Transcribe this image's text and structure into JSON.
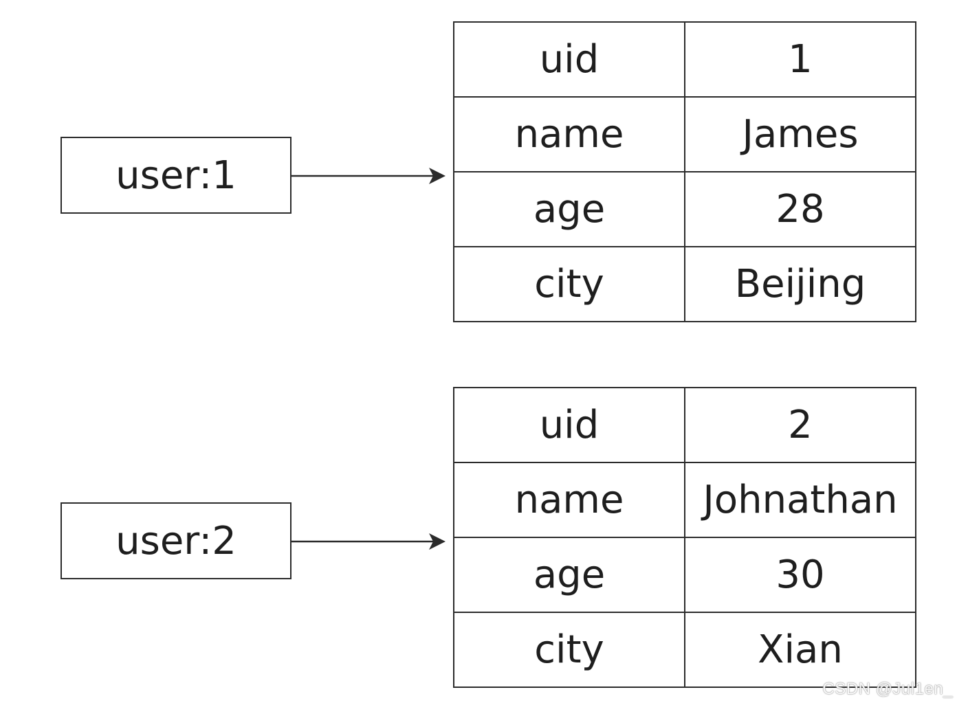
{
  "records": [
    {
      "key": "user:1",
      "fields": [
        {
          "field": "uid",
          "value": "1"
        },
        {
          "field": "name",
          "value": "James"
        },
        {
          "field": "age",
          "value": "28"
        },
        {
          "field": "city",
          "value": "Beijing"
        }
      ]
    },
    {
      "key": "user:2",
      "fields": [
        {
          "field": "uid",
          "value": "2"
        },
        {
          "field": "name",
          "value": "Johnathan"
        },
        {
          "field": "age",
          "value": "30"
        },
        {
          "field": "city",
          "value": "Xian"
        }
      ]
    }
  ],
  "watermark": "CSDN @Jul1en_",
  "colors": {
    "stroke": "#2b2b2b",
    "text": "#1e1e1e",
    "background": "#ffffff"
  }
}
